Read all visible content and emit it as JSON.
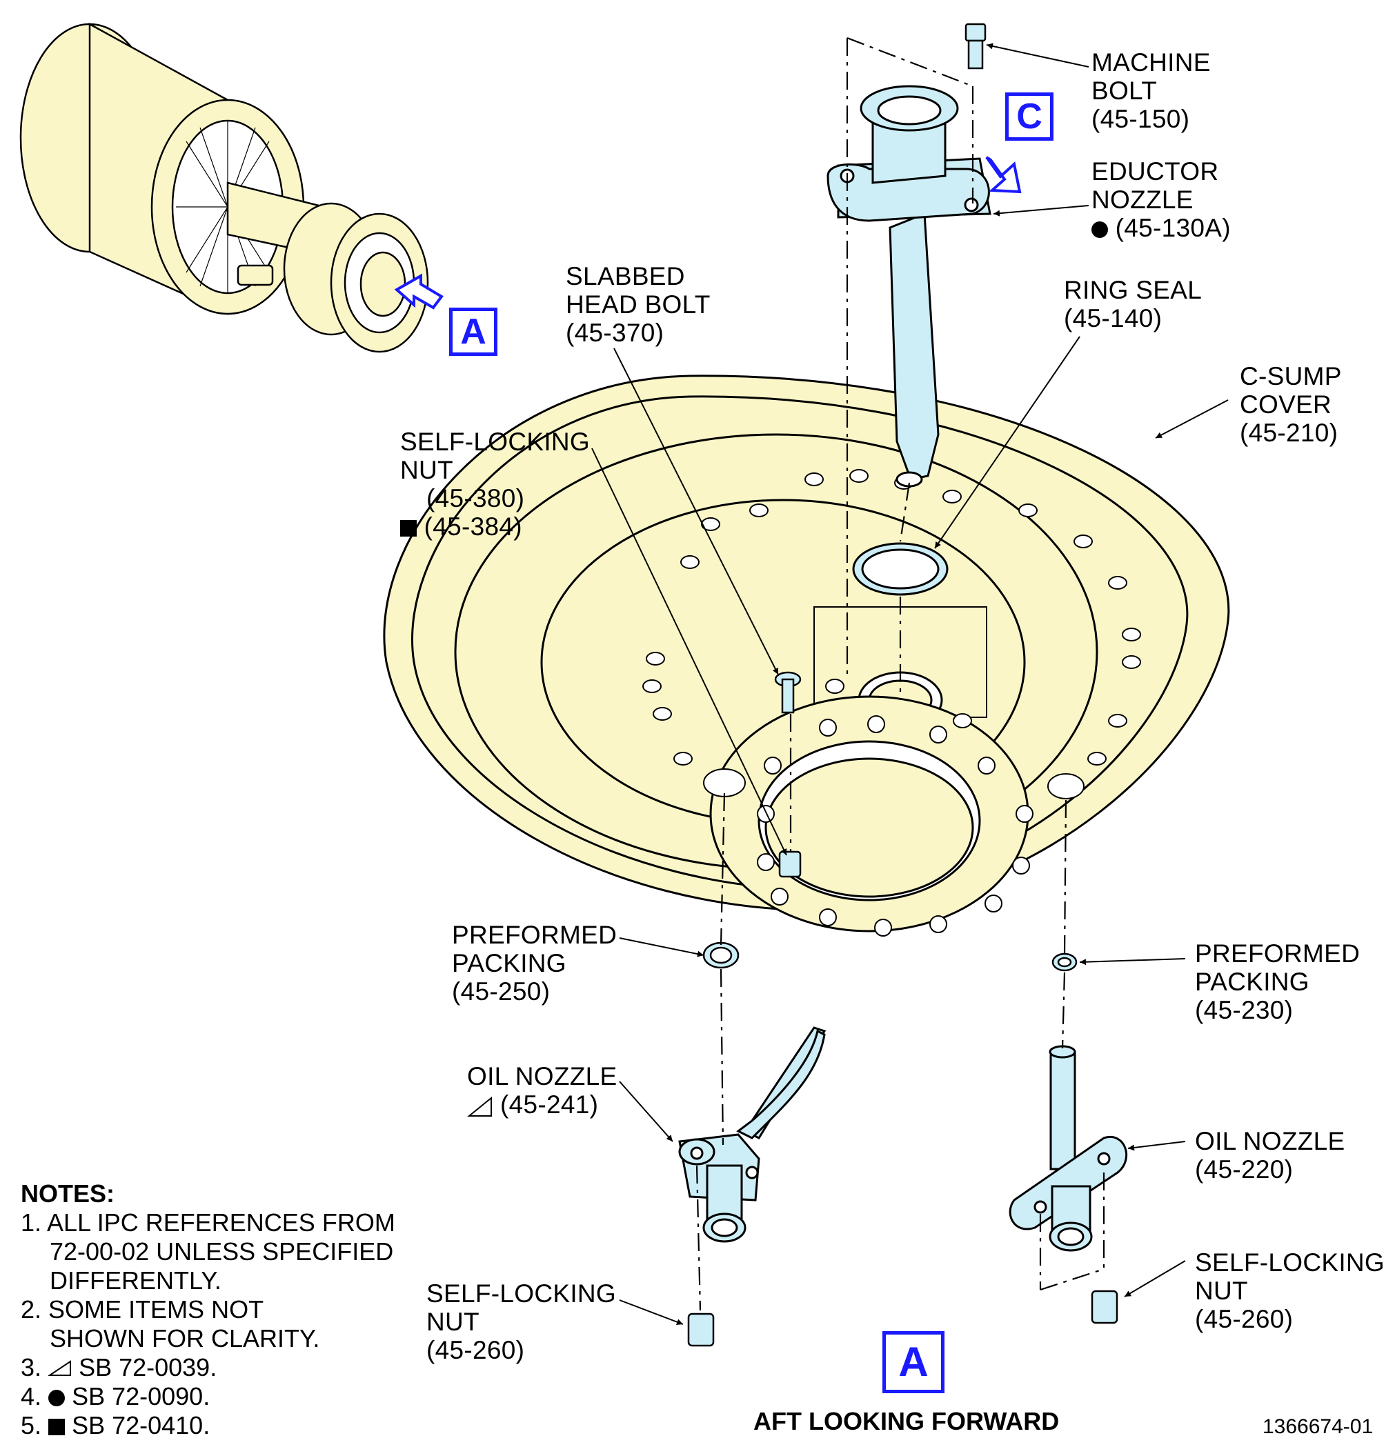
{
  "labels": {
    "machine_bolt": [
      "MACHINE",
      "BOLT",
      "(45-150)"
    ],
    "eductor_nozzle": [
      "EDUCTOR",
      "NOZZLE",
      "(45-130A)"
    ],
    "ring_seal": [
      "RING SEAL",
      "(45-140)"
    ],
    "slabbed_head_bolt": [
      "SLABBED",
      "HEAD BOLT",
      "(45-370)"
    ],
    "c_sump_cover": [
      "C-SUMP",
      "COVER",
      "(45-210)"
    ],
    "self_locking_nut_top": [
      "SELF-LOCKING",
      "NUT",
      "(45-380)",
      "(45-384)"
    ],
    "preformed_packing_left": [
      "PREFORMED",
      "PACKING",
      "(45-250)"
    ],
    "preformed_packing_right": [
      "PREFORMED",
      "PACKING",
      "(45-230)"
    ],
    "oil_nozzle_left": [
      "OIL NOZZLE",
      "(45-241)"
    ],
    "oil_nozzle_right": [
      "OIL NOZZLE",
      "(45-220)"
    ],
    "self_locking_nut_left": [
      "SELF-LOCKING",
      "NUT",
      "(45-260)"
    ],
    "self_locking_nut_right": [
      "SELF-LOCKING",
      "NUT",
      "(45-260)"
    ]
  },
  "callouts": {
    "view_a_engine": "A",
    "view_c": "C",
    "view_a_main": "A"
  },
  "notes": {
    "heading": "NOTES:",
    "items": [
      {
        "num": "1.",
        "lines": [
          "ALL IPC REFERENCES FROM",
          "72-00-02 UNLESS SPECIFIED",
          "DIFFERENTLY."
        ]
      },
      {
        "num": "2.",
        "lines": [
          "SOME ITEMS NOT",
          "SHOWN FOR CLARITY."
        ]
      },
      {
        "num": "3.",
        "symbol": "triangle-flag",
        "text": "SB 72-0039."
      },
      {
        "num": "4.",
        "symbol": "filled-circle",
        "text": "SB 72-0090."
      },
      {
        "num": "5.",
        "symbol": "filled-square",
        "text": "SB 72-0410."
      }
    ]
  },
  "caption": "AFT LOOKING FORWARD",
  "figure_number": "1366674-01",
  "colors": {
    "cover_fill": "#fbf6c8",
    "nozzle_fill": "#cdeef7",
    "callout_blue": "#1a1aff",
    "line": "#000000"
  }
}
